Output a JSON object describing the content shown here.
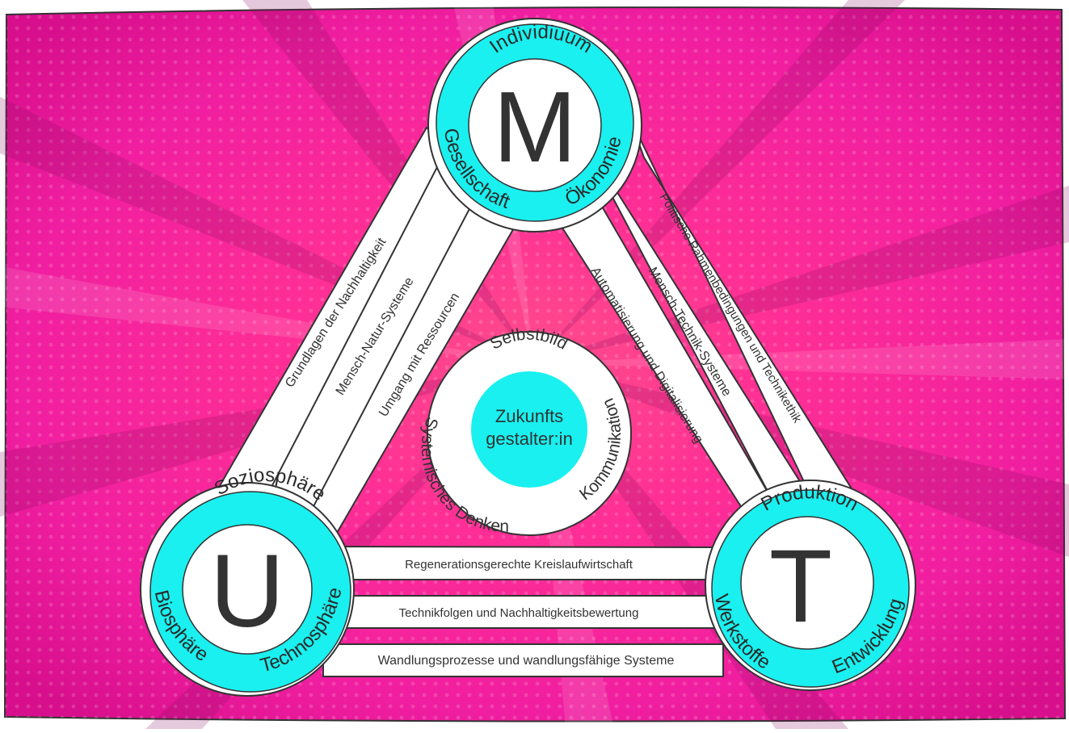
{
  "nodes": {
    "m": {
      "letter": "M",
      "labels": {
        "top": "Individiuum",
        "left": "Gesellschaft",
        "right": "Ökonomie"
      }
    },
    "u": {
      "letter": "U",
      "labels": {
        "top": "Soziosphäre",
        "left": "Biosphäre",
        "right": "Technosphäre"
      }
    },
    "t": {
      "letter": "T",
      "labels": {
        "top": "Produktion",
        "left": "Werkstoffe",
        "right": "Entwicklung"
      }
    }
  },
  "links": {
    "m_u": [
      "Grundlagen der Nachhaltigkeit",
      "Mensch-Natur-Systeme",
      "Umgang mit Ressourcen"
    ],
    "m_t": [
      "Politische Rahmenbedingungen und Technikethik",
      "Mensch-Technik-Systeme",
      "Automatisierung und Digitalisierung"
    ],
    "u_t": [
      "Regenerationsgerechte Kreislaufwirtschaft",
      "Technikfolgen und Nachhaltigkeitsbewertung",
      "Wandlungsprozesse und wandlungsfähige Systeme"
    ]
  },
  "center": {
    "core": [
      "Zukunfts",
      "gestalter:in"
    ],
    "ring": {
      "top": "Selbstbild",
      "left": "Systemisches Denken",
      "right": "Kommunikation"
    }
  },
  "colors": {
    "background_outer": "#e0148f",
    "background_inner": "#ff3d8a",
    "ring": "#19f0ef",
    "band": "#ffffff",
    "outline": "#333333"
  }
}
